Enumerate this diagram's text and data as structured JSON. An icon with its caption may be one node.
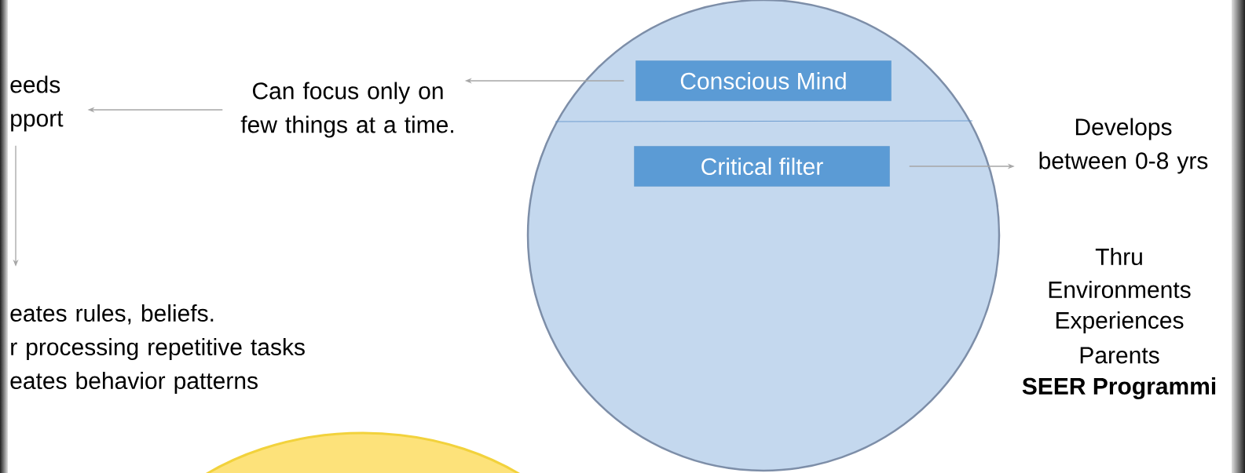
{
  "diagram": {
    "nodes": [
      {
        "text": [],
        "shape": "circle"
      },
      {
        "text": [
          "Conscious Mind"
        ],
        "in": 0
      },
      {
        "text": [
          "Critical filter"
        ],
        "in": 0
      },
      {
        "text": [
          "Can focus only on few things at a time."
        ]
      },
      {
        "text": [
          "eeds pport"
        ]
      },
      {
        "text": [
          "eates rules, beliefs.",
          "r processing repetitive tasks",
          "eates behavior patterns"
        ]
      },
      {
        "text": [
          "Develops between 0-8 yrs"
        ]
      },
      {
        "text": [],
        "shape": "ellipse"
      }
    ],
    "edges": [
      {
        "from": 1,
        "to": 3,
        "arrow": "to"
      },
      {
        "from": 3,
        "to": 4,
        "arrow": "to"
      },
      {
        "from": 4,
        "to": 5,
        "arrow": "to"
      },
      {
        "from": 2,
        "to": 6,
        "arrow": "to"
      }
    ],
    "labels": [
      "Thru",
      "Environments",
      "Experiences",
      "Parents",
      "SEER Programmi"
    ]
  }
}
